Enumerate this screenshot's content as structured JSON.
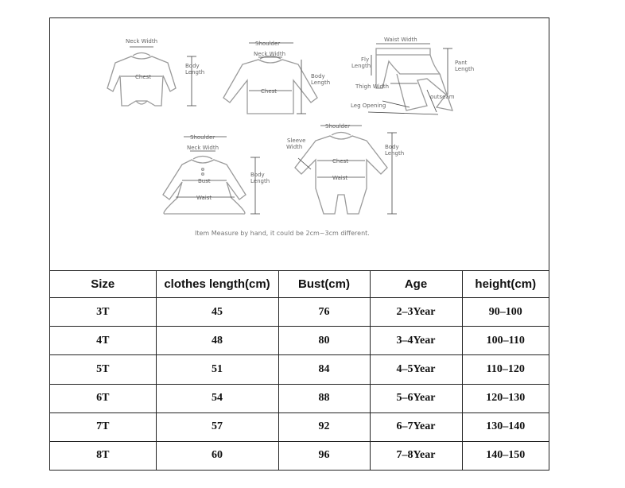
{
  "diagram": {
    "garment_1": {
      "neck_width": "Neck Width",
      "chest": "Chest",
      "body_length": [
        "Body",
        "Length"
      ]
    },
    "garment_2": {
      "shoulder": "Shoulder",
      "neck_width": "Neck Width",
      "chest": "Chest",
      "body_length": [
        "Body",
        "Length"
      ]
    },
    "garment_3": {
      "waist_width": "Waist Width",
      "fly_length": [
        "Fly",
        "Length"
      ],
      "thigh_width": "Thigh Width",
      "leg_opening": "Leg Opening",
      "outseam": "outseam",
      "pant_length": [
        "Pant",
        "Length"
      ]
    },
    "garment_4": {
      "shoulder": "Shoulder",
      "neck_width": "Neck Width",
      "bust": "Bust",
      "waist": "Waist",
      "body_length": [
        "Body",
        "Length"
      ]
    },
    "garment_5": {
      "shoulder": "Shoulder",
      "sleeve_width": [
        "Sleeve",
        "Width"
      ],
      "chest": "Chest",
      "waist": "Waist",
      "body_length": [
        "Body",
        "Length"
      ]
    },
    "note": "Item Measure by hand, it could be 2cm~3cm different."
  },
  "size_table": {
    "headers": [
      "Size",
      "clothes length(cm)",
      "Bust(cm)",
      "Age",
      "height(cm)"
    ],
    "rows": [
      [
        "3T",
        "45",
        "76",
        "2–3Year",
        "90–100"
      ],
      [
        "4T",
        "48",
        "80",
        "3–4Year",
        "100–110"
      ],
      [
        "5T",
        "51",
        "84",
        "4–5Year",
        "110–120"
      ],
      [
        "6T",
        "54",
        "88",
        "5–6Year",
        "120–130"
      ],
      [
        "7T",
        "57",
        "92",
        "6–7Year",
        "130–140"
      ],
      [
        "8T",
        "60",
        "96",
        "7–8Year",
        "140–150"
      ]
    ]
  }
}
